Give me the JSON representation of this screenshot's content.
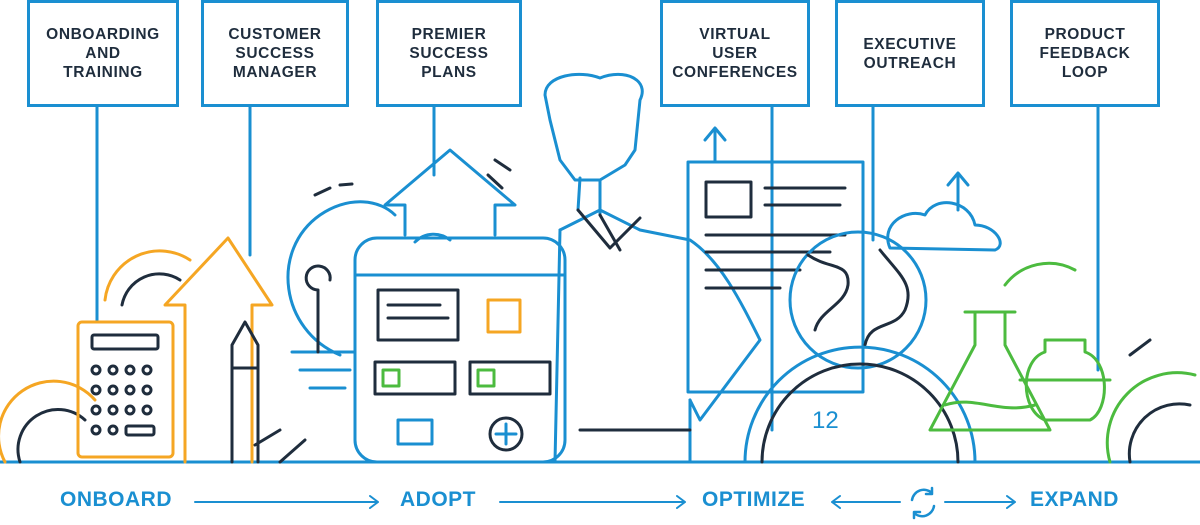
{
  "programs": [
    {
      "label": "ONBOARDING\nAND\nTRAINING"
    },
    {
      "label": "CUSTOMER\nSUCCESS\nMANAGER"
    },
    {
      "label": "PREMIER\nSUCCESS\nPLANS"
    },
    {
      "label": "VIRTUAL\nUSER\nCONFERENCES"
    },
    {
      "label": "EXECUTIVE\nOUTREACH"
    },
    {
      "label": "PRODUCT\nFEEDBACK\nLOOP"
    }
  ],
  "stages": {
    "onboard": "ONBOARD",
    "adopt": "ADOPT",
    "optimize": "OPTIMIZE",
    "expand": "EXPAND"
  },
  "colors": {
    "blue": "#1a8fd1",
    "dark": "#1f2d3d",
    "orange": "#f5a623",
    "green": "#4cbb3f"
  },
  "icons": [
    "calculator-icon",
    "gear-icon",
    "pencil-icon",
    "up-arrow-icon",
    "lightbulb-icon",
    "mobile-app-icon",
    "person-illustration",
    "document-icon",
    "globe-icon",
    "clock-icon",
    "cloud-icon",
    "flask-icon",
    "cycle-icon"
  ]
}
